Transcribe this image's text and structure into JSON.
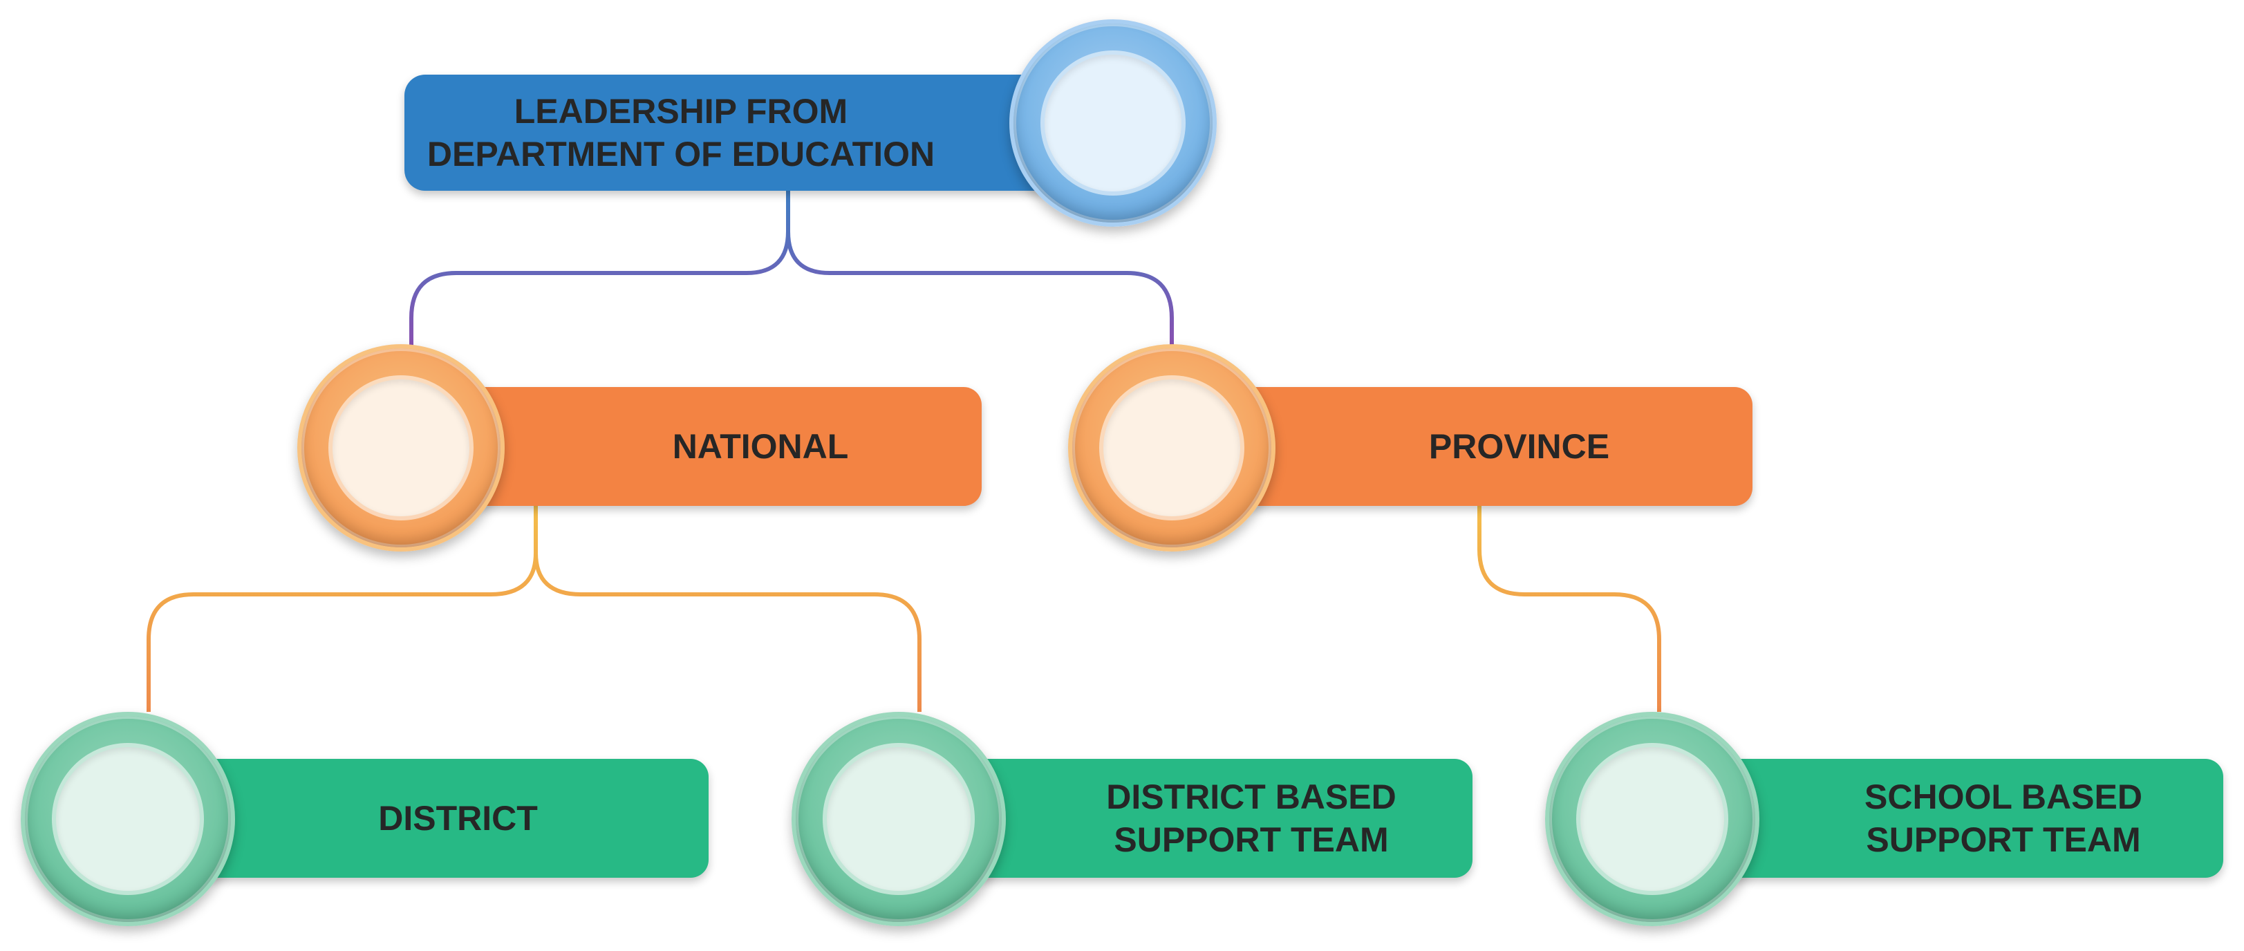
{
  "colors": {
    "blue_bar": "#2f80c5",
    "blue_ring_outer": "#5ea4e0",
    "blue_ring_edge": "#a9cff2",
    "blue_inner": "#e5f2fc",
    "orange_bar": "#f38343",
    "orange_ring_outer": "#f59a57",
    "orange_ring_edge": "#f8c27f",
    "orange_inner": "#fdf1e4",
    "green_bar": "#27b985",
    "green_ring_outer": "#5cbd95",
    "green_ring_edge": "#9bd8bd",
    "green_inner": "#e3f3ec",
    "connector_purple": "#8a4fb0",
    "connector_blue": "#3e7fc4",
    "connector_orange": "#ee8a4b",
    "connector_yellow": "#f4be4a",
    "text": "#262626"
  },
  "nodes": {
    "leadership": {
      "label": "LEADERSHIP FROM\nDEPARTMENT OF EDUCATION"
    },
    "national": {
      "label": "NATIONAL"
    },
    "province": {
      "label": "PROVINCE"
    },
    "district": {
      "label": "DISTRICT"
    },
    "dbst": {
      "label": "DISTRICT BASED\nSUPPORT TEAM"
    },
    "sbst": {
      "label": "SCHOOL BASED\nSUPPORT TEAM"
    }
  }
}
